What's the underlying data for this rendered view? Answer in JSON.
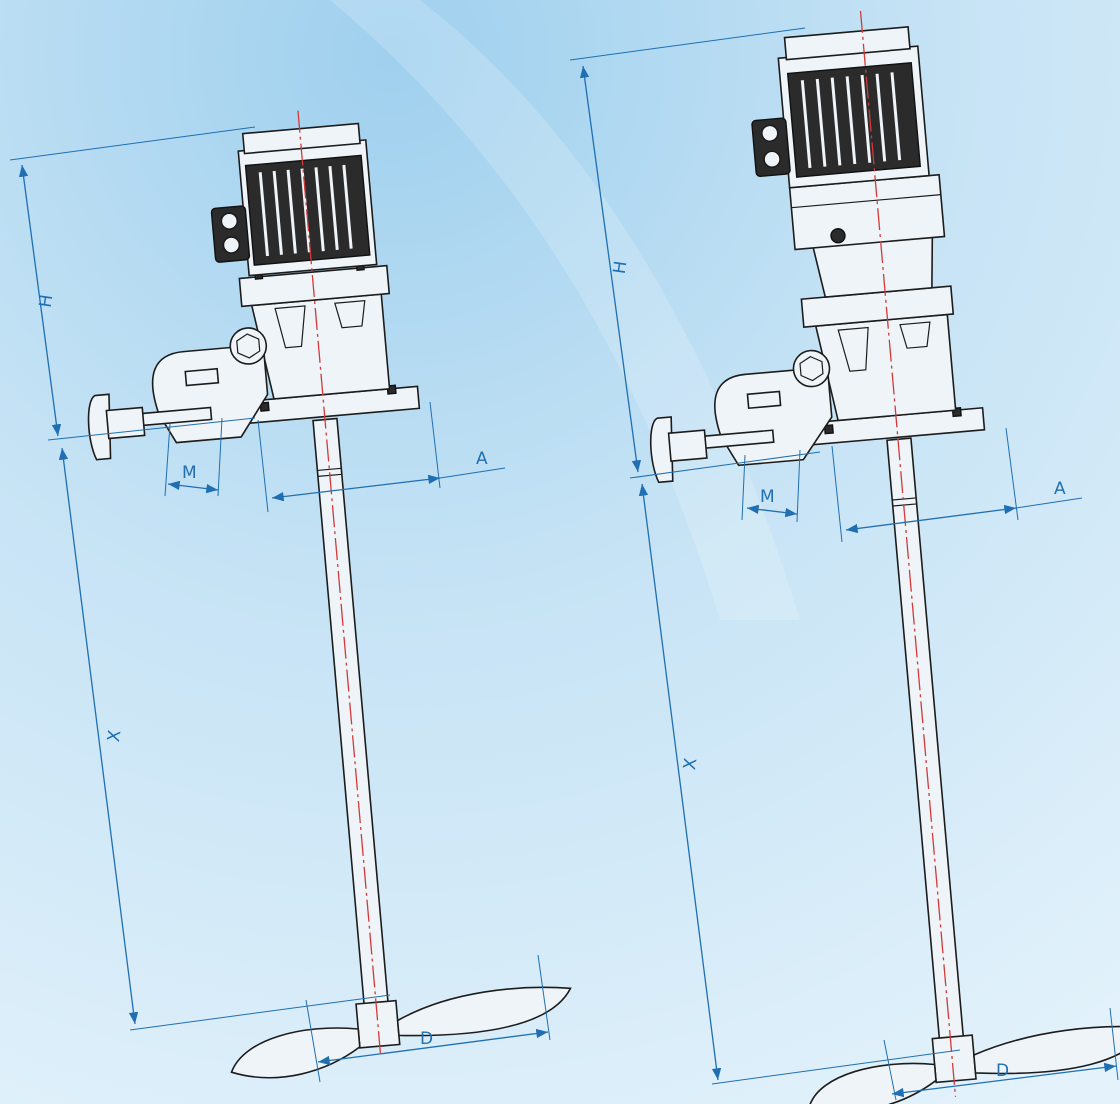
{
  "diagrams": [
    {
      "id": "compact",
      "labels": {
        "height": "H",
        "shaft_length": "X",
        "clamp": "M",
        "flange": "A",
        "impeller": "D"
      }
    },
    {
      "id": "geared",
      "labels": {
        "height": "H",
        "shaft_length": "X",
        "clamp": "M",
        "flange": "A",
        "impeller": "D"
      }
    }
  ],
  "colors": {
    "background": "#d6ecf8",
    "dimension_lines": "#1f6fb2",
    "center_axis": "#d23a3a",
    "outline": "#1c1c1c"
  }
}
